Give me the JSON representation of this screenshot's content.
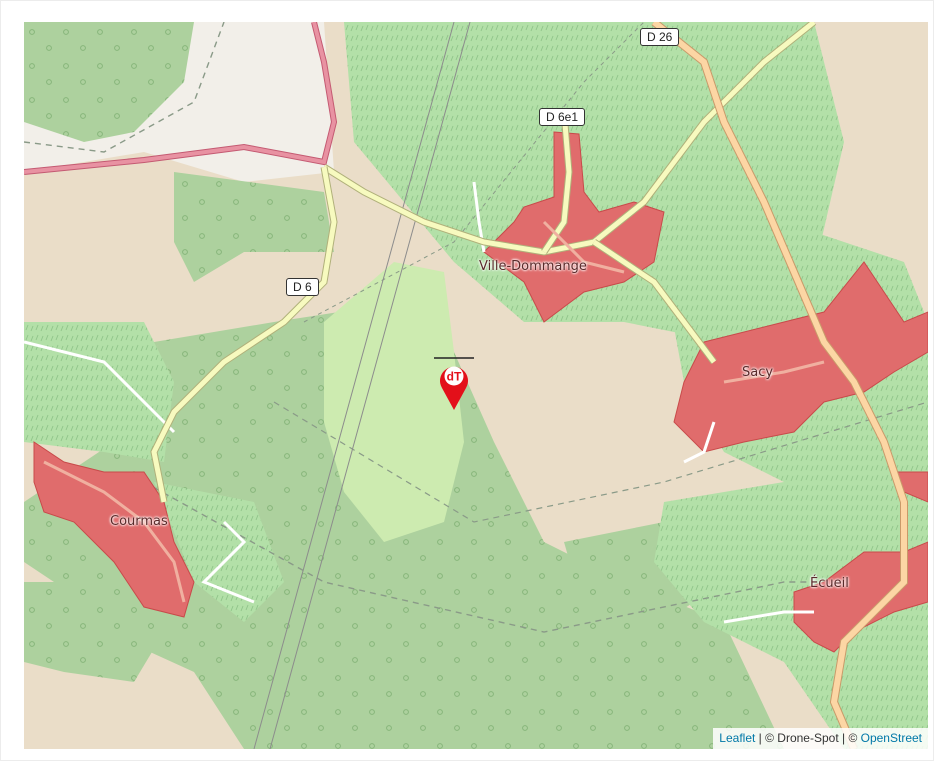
{
  "map": {
    "colors": {
      "background": "#eaddc8",
      "forest": "#add19e",
      "vineyard": "#b3e0a8",
      "meadow": "#cdebb0",
      "residential": "#e06c6c",
      "primary_road": "#fcd6a4",
      "secondary_road": "#f7fabf",
      "trunk_road": "#e892a2"
    },
    "road_labels": [
      "D 26",
      "D 6e1",
      "D 6"
    ],
    "place_labels": [
      "Ville-Dommange",
      "Sacy",
      "Courmas",
      "Écueil"
    ],
    "marker": {
      "icon": "drone-spot-pin-icon",
      "text": "dT",
      "color": "#e3101a"
    }
  },
  "attribution": {
    "leaflet": "Leaflet",
    "sep1": " | © Drone-Spot | © ",
    "osm": "OpenStreet"
  }
}
